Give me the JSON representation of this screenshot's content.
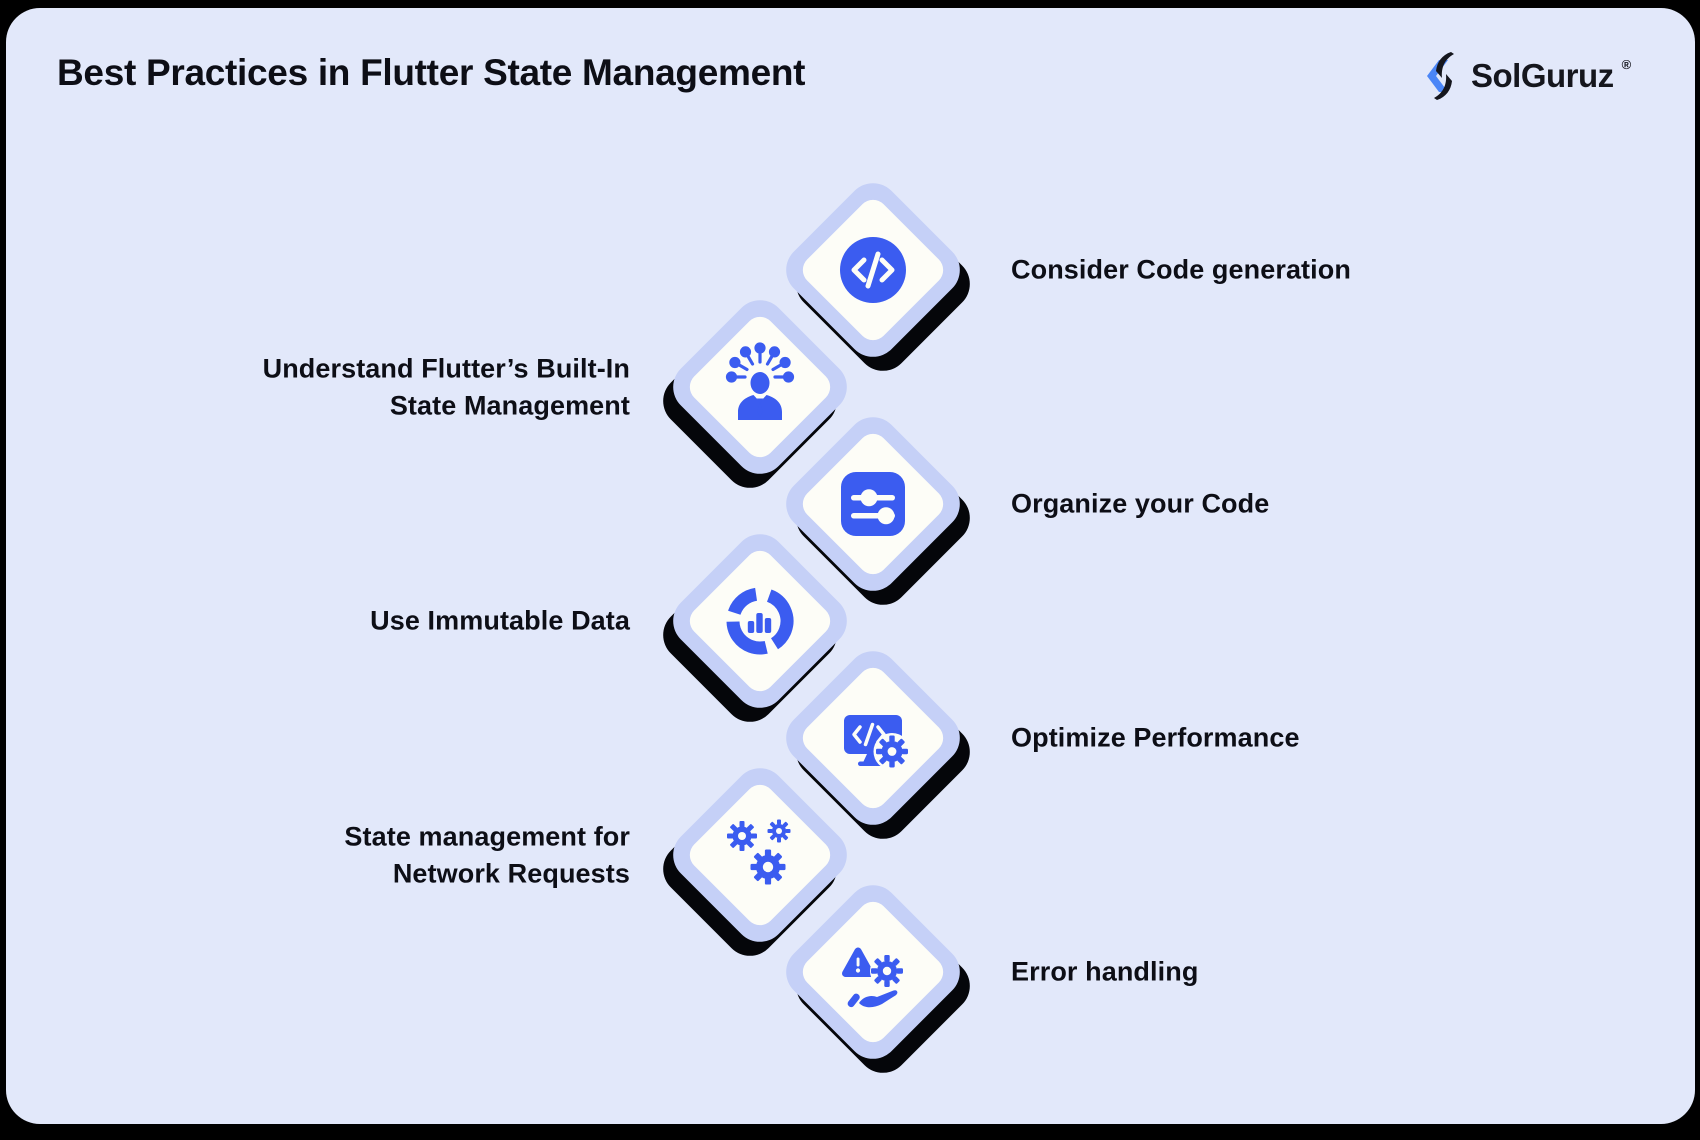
{
  "header": {
    "title": "Best Practices in Flutter State Management",
    "logo": {
      "text": "SolGuruz",
      "registered": "®",
      "mark": "solguruz-bolt-icon"
    }
  },
  "items": [
    {
      "label": "Consider Code generation",
      "side": "right",
      "icon": "code-icon"
    },
    {
      "label": "Understand Flutter’s Built-In\nState Management",
      "side": "left",
      "icon": "person-ideas-icon"
    },
    {
      "label": "Organize your Code",
      "side": "right",
      "icon": "sliders-icon"
    },
    {
      "label": "Use Immutable Data",
      "side": "left",
      "icon": "donut-chart-icon"
    },
    {
      "label": "Optimize Performance",
      "side": "right",
      "icon": "monitor-code-gear-icon"
    },
    {
      "label": "State management for\nNetwork Requests",
      "side": "left",
      "icon": "gears-icon"
    },
    {
      "label": "Error handling",
      "side": "right",
      "icon": "error-handling-icon"
    }
  ],
  "colors": {
    "background": "#e2e8fa",
    "frame": "#000000",
    "tile_border": "#c5d0f7",
    "tile_fill": "#fdfdf7",
    "icon_blue": "#3b5cf0",
    "logo_blue": "#4b86f7",
    "text_dark": "#0d0e16",
    "shadow": "#05060a"
  }
}
